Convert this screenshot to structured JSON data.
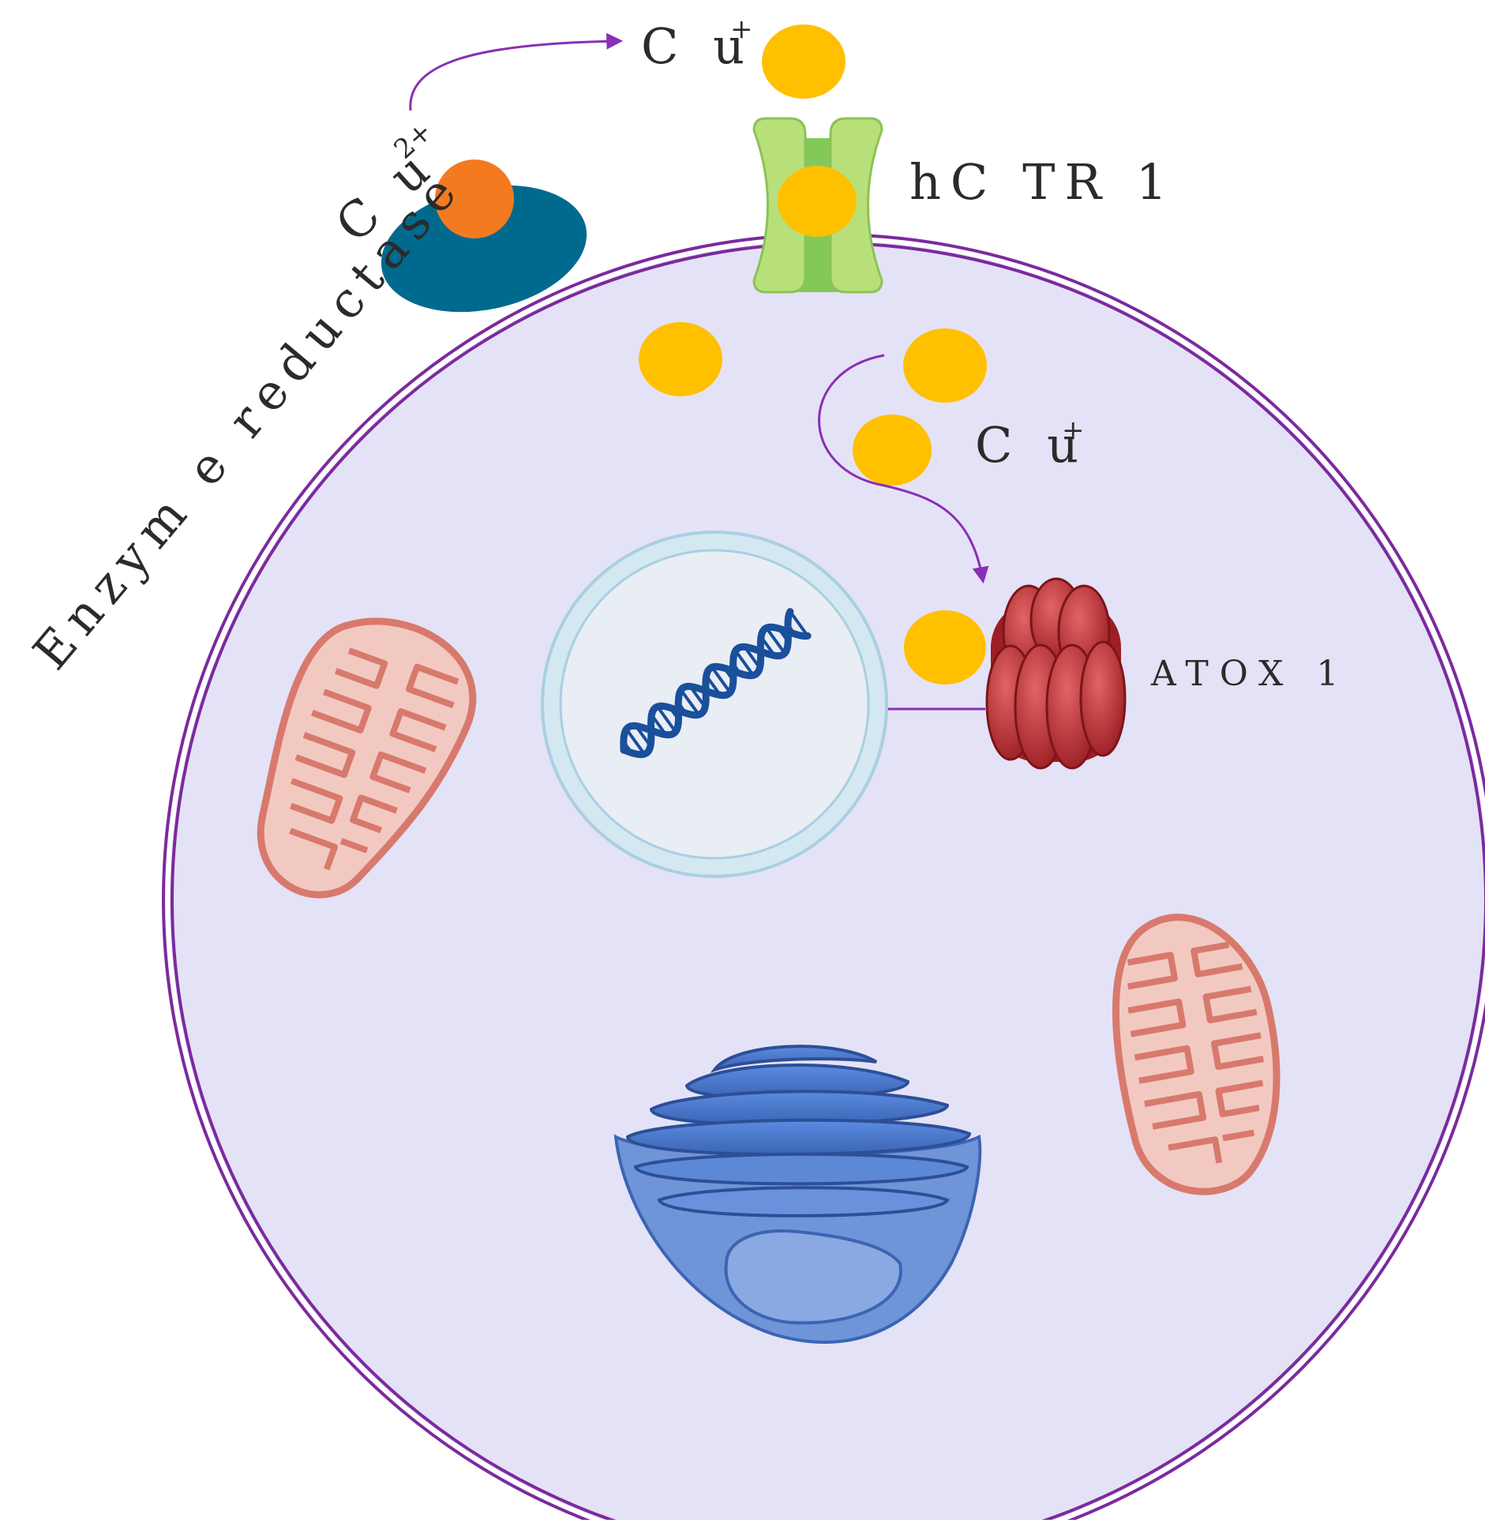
{
  "labels": {
    "cu_plus_top": "C u",
    "cu_plus_top_charge": "+",
    "cu2_plus": "C u",
    "cu2_plus_charge": "2+",
    "hctr1": "hC TR 1",
    "cu_plus_inner": "C u",
    "cu_plus_inner_charge": "+",
    "atox1": "ATOX 1",
    "enzyme_reductase": "Enzym e reductase"
  },
  "colors": {
    "membrane": "#7b2a9e",
    "cytoplasm": "#e4e2f6",
    "copper_ion": "#ffc000",
    "copper_2plus": "#f47a20",
    "reductase_enzyme": "#006a8e",
    "transporter_outer": "#b8e07a",
    "transporter_inner": "#82c95a",
    "atox1_protein": "#b22e30",
    "nucleus_fill": "#e9edf4",
    "nucleus_ring": "#bcdbe9",
    "dna": "#1a4f9c",
    "mitochondrion_fill": "#f2c9c1",
    "mitochondrion_outline": "#d8796d",
    "golgi": "#4f7fcf",
    "arrow": "#8a2fb3"
  }
}
